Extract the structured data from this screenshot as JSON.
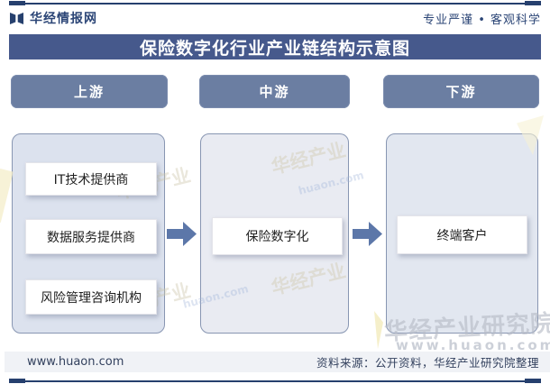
{
  "header": {
    "brand": "华经情报网",
    "slogan": "专业严谨 • 客观科学"
  },
  "title": "保险数字化行业产业链结构示意图",
  "columns": [
    {
      "id": "upstream",
      "header": "上游",
      "items": [
        "IT技术提供商",
        "数据服务提供商",
        "风险管理咨询机构"
      ]
    },
    {
      "id": "midstream",
      "header": "中游",
      "items": [
        "保险数字化"
      ]
    },
    {
      "id": "downstream",
      "header": "下游",
      "items": [
        "终端客户"
      ]
    }
  ],
  "watermark": {
    "brand_text": "华经产业研究院",
    "site_text": "www.huaon.com",
    "tile_text": "华经产业",
    "web_tile_text": "huaon.com"
  },
  "footer": {
    "site": "www.huaon.com",
    "source": "资料来源：公开资料，华经产业研究院整理"
  },
  "colors": {
    "accent_navy": "#26406e",
    "title_bar_bg": "#46598c",
    "pill_bg": "#6b7ea2",
    "arrow": "#5c77a9",
    "panel_upstream_bg": "#dce2ee",
    "panel_midstream_bg": "#e9ebf2",
    "panel_downstream_bg": "#e2e7f0",
    "watermark_gray": "#b6bbc6"
  }
}
